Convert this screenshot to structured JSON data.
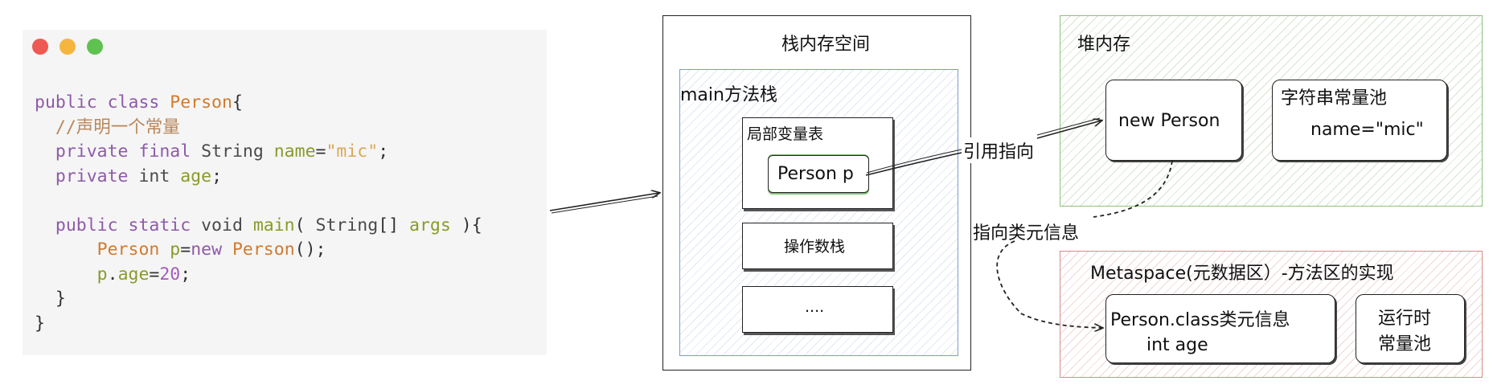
{
  "code": {
    "lines": [
      [
        {
          "t": "public ",
          "c": "kw"
        },
        {
          "t": "class ",
          "c": "kw"
        },
        {
          "t": "Person",
          "c": "cl"
        },
        {
          "t": "{",
          "c": "pl"
        }
      ],
      [
        {
          "t": "  //声明一个常量",
          "c": "cm"
        }
      ],
      [
        {
          "t": "  private ",
          "c": "kw"
        },
        {
          "t": "final ",
          "c": "kw"
        },
        {
          "t": "String ",
          "c": "ty"
        },
        {
          "t": "name",
          "c": "fn"
        },
        {
          "t": "=",
          "c": "pl"
        },
        {
          "t": "\"mic\"",
          "c": "st"
        },
        {
          "t": ";",
          "c": "pl"
        }
      ],
      [
        {
          "t": "  private ",
          "c": "kw"
        },
        {
          "t": "int ",
          "c": "ty"
        },
        {
          "t": "age",
          "c": "fn"
        },
        {
          "t": ";",
          "c": "pl"
        }
      ],
      [
        {
          "t": "",
          "c": "pl"
        }
      ],
      [
        {
          "t": "  public ",
          "c": "kw"
        },
        {
          "t": "static ",
          "c": "kw"
        },
        {
          "t": "void ",
          "c": "ty"
        },
        {
          "t": "main",
          "c": "fn"
        },
        {
          "t": "( ",
          "c": "pl"
        },
        {
          "t": "String",
          "c": "ty"
        },
        {
          "t": "[] ",
          "c": "pl"
        },
        {
          "t": "args",
          "c": "fn"
        },
        {
          "t": " ){",
          "c": "pl"
        }
      ],
      [
        {
          "t": "      Person ",
          "c": "cl"
        },
        {
          "t": "p",
          "c": "fn"
        },
        {
          "t": "=",
          "c": "pl"
        },
        {
          "t": "new ",
          "c": "kw"
        },
        {
          "t": "Person",
          "c": "cl"
        },
        {
          "t": "();",
          "c": "pl"
        }
      ],
      [
        {
          "t": "      p",
          "c": "fn"
        },
        {
          "t": ".",
          "c": "pl"
        },
        {
          "t": "age",
          "c": "fn"
        },
        {
          "t": "=",
          "c": "pl"
        },
        {
          "t": "20",
          "c": "nm"
        },
        {
          "t": ";",
          "c": "pl"
        }
      ],
      [
        {
          "t": "  }",
          "c": "pl"
        }
      ],
      [
        {
          "t": "}",
          "c": "pl"
        }
      ]
    ],
    "window_dots": [
      "#ee5a52",
      "#f4b63f",
      "#5fc250"
    ]
  },
  "stack": {
    "title": "栈内存空间",
    "method_stack": "main方法栈",
    "local_vars": "局部变量表",
    "person_p": "Person p",
    "operand_stack": "操作数栈",
    "ellipsis": "...."
  },
  "heap": {
    "title": "堆内存",
    "new_person": "new Person",
    "string_pool": "字符串常量池",
    "name_value": "name=\"mic\""
  },
  "metaspace": {
    "title": "Metaspace(元数据区）-方法区的实现",
    "class_info": "Person.class类元信息",
    "field": "int age",
    "runtime_pool_line1": "运行时",
    "runtime_pool_line2": "常量池"
  },
  "arrows": {
    "reference": "引用指向",
    "class_meta": "指向类元信息"
  },
  "colors": {
    "stack_blue": "#7f9cc9",
    "heap_green": "#8cc27a",
    "meta_red": "#d98a8a",
    "person_p_green": "#7cc06a"
  }
}
